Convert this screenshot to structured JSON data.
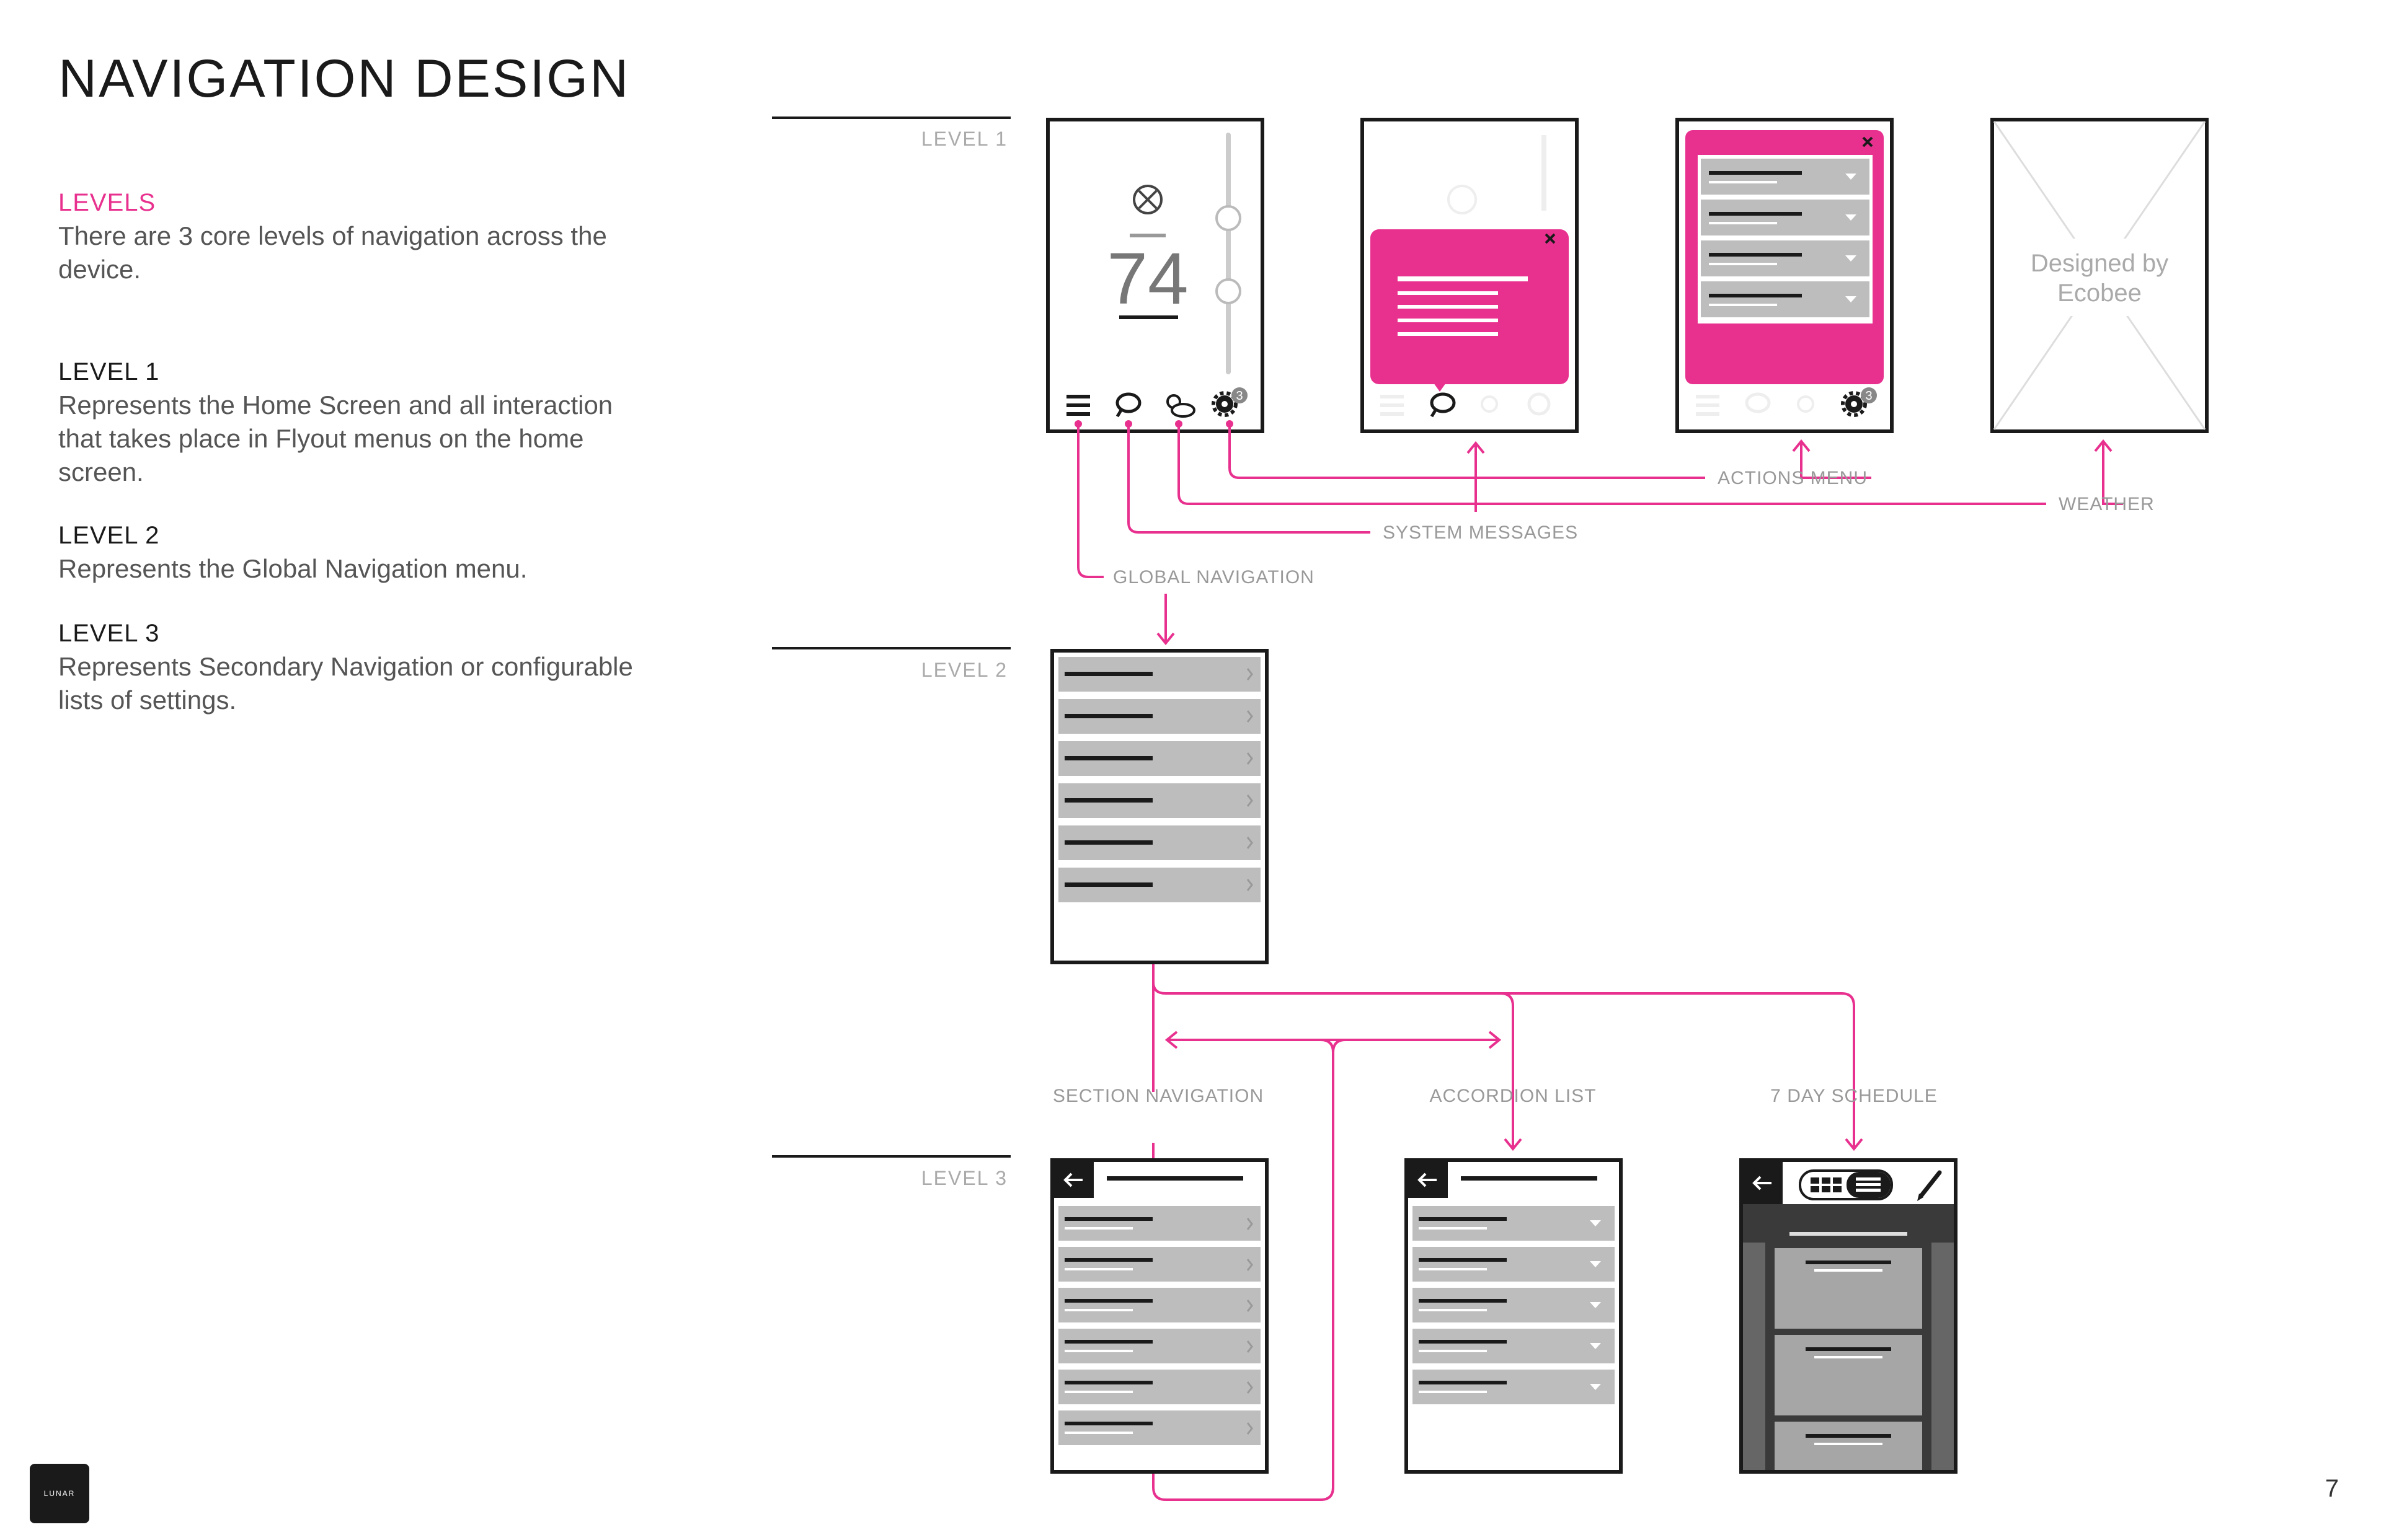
{
  "page": {
    "title": "NAVIGATION DESIGN",
    "page_number": "7",
    "logo_text": "LUNAR"
  },
  "sections": [
    {
      "heading": "LEVELS",
      "text": "There are 3 core levels of navigation across the device."
    },
    {
      "heading": "LEVEL 1",
      "text": "Represents the Home Screen and all interaction that takes place in Flyout menus on the home screen."
    },
    {
      "heading": "LEVEL 2",
      "text": "Represents the Global Navigation menu."
    },
    {
      "heading": "LEVEL 3",
      "text": "Represents Secondary Navigation or configurable lists of settings."
    }
  ],
  "levels": [
    "LEVEL 1",
    "LEVEL 2",
    "LEVEL 3"
  ],
  "screens": {
    "home_temperature": "74",
    "badge_count": "3",
    "weather_text_line1": "Designed by",
    "weather_text_line2": "Ecobee"
  },
  "labels": {
    "actions_menu": "ACTIONS MENU",
    "weather": "WEATHER",
    "system_messages": "SYSTEM MESSAGES",
    "global_navigation": "GLOBAL NAVIGATION",
    "section_navigation": "SECTION NAVIGATION",
    "accordion_list": "ACCORDION LIST",
    "seven_day_schedule": "7 DAY SCHEDULE"
  },
  "colors": {
    "accent": "#e8318f",
    "frame": "#1a1a1a",
    "row": "#bdbdbd",
    "schedule_dark": "#3a3a3a"
  },
  "icons": [
    "menu-icon",
    "chat-icon",
    "weather-icon",
    "gear-icon",
    "close-icon",
    "back-arrow-icon",
    "grid-icon",
    "list-icon",
    "pencil-icon",
    "chevron-right-icon",
    "caret-down-icon"
  ]
}
